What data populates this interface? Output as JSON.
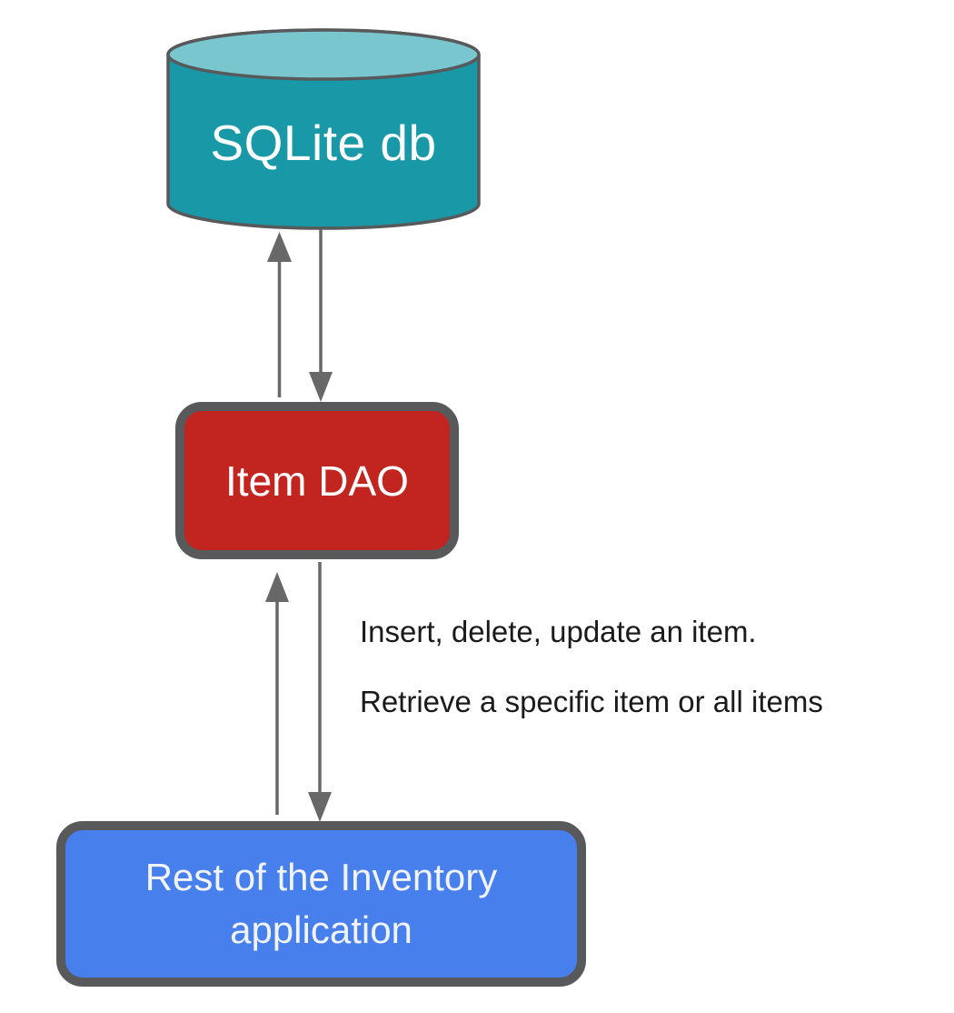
{
  "diagram": {
    "database": {
      "label": "SQLite db"
    },
    "dao": {
      "label": "Item DAO"
    },
    "app": {
      "lines": [
        "Rest of the Inventory",
        "application"
      ]
    },
    "annotation": {
      "line1": "Insert, delete, update an item.",
      "line2": "Retrieve a specific item or all items"
    },
    "colors": {
      "cylinder_body": "#1999A8",
      "cylinder_top": "#7AC6CF",
      "dao_fill": "#C2241F",
      "app_fill": "#4780EC",
      "shape_border": "#58595B",
      "arrow": "#686868",
      "label_light": "#FFFFFF",
      "annotation_text": "#1A1A1A",
      "background": "#FFFFFF"
    }
  }
}
